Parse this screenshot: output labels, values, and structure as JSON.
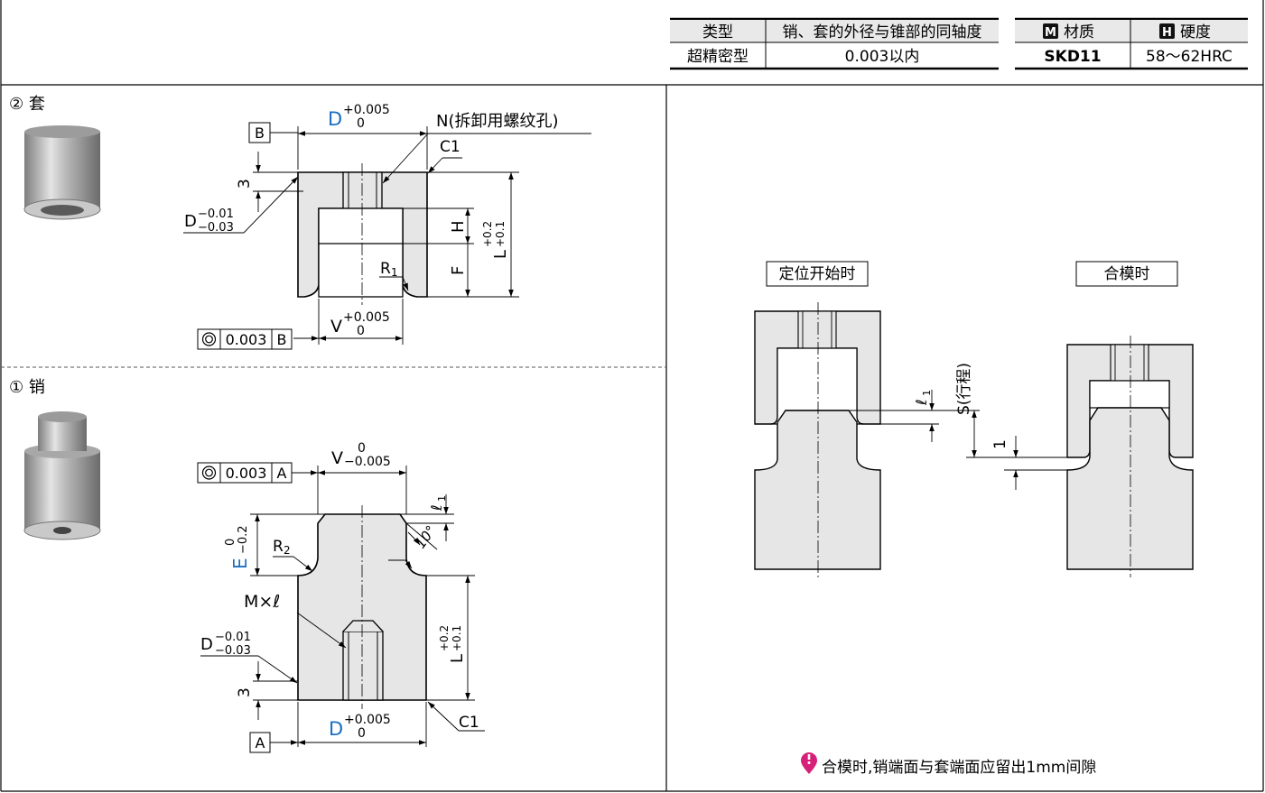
{
  "spec_table": {
    "headers": [
      "类型",
      "销、套的外径与锥部的同轴度"
    ],
    "row": [
      "超精密型",
      "0.003以内"
    ]
  },
  "material_table": {
    "headers": [
      {
        "badge": "M",
        "label": "材质"
      },
      {
        "badge": "H",
        "label": "硬度"
      }
    ],
    "row": [
      "SKD11",
      "58〜62HRC"
    ]
  },
  "sleeve": {
    "title": "② 套",
    "datum": "B",
    "dim_top": {
      "base": "D",
      "upper": "+0.005",
      "lower": "0"
    },
    "thread_label": "N(拆卸用螺纹孔)",
    "chamfer": "C1",
    "dim_3": "3",
    "dim_D_tol": {
      "base": "D",
      "upper": "−0.01",
      "lower": "−0.03"
    },
    "dim_H": "H",
    "dim_F": "F",
    "dim_L": {
      "base": "L",
      "upper": "+0.2",
      "lower": "+0.1"
    },
    "radius": {
      "base": "R",
      "sub": "1"
    },
    "dim_V": {
      "base": "V",
      "upper": "+0.005",
      "lower": "0"
    },
    "coaxial": {
      "value": "0.003",
      "datum": "B"
    }
  },
  "pin": {
    "title": "① 销",
    "datum": "A",
    "coaxial": {
      "value": "0.003",
      "datum": "A"
    },
    "dim_V": {
      "base": "V",
      "upper": "0",
      "lower": "−0.005"
    },
    "dim_l1": {
      "base": "ℓ",
      "sub": "1"
    },
    "angle": "10°",
    "dim_E": {
      "base": "E",
      "upper": "0",
      "lower": "−0.2"
    },
    "radius": {
      "base": "R",
      "sub": "2"
    },
    "thread": "M×ℓ",
    "dim_D_tol": {
      "base": "D",
      "upper": "−0.01",
      "lower": "−0.03"
    },
    "dim_3": "3",
    "dim_L": {
      "base": "L",
      "upper": "+0.2",
      "lower": "+0.1"
    },
    "dim_D": {
      "base": "D",
      "upper": "+0.005",
      "lower": "0"
    },
    "chamfer": "C1"
  },
  "operation": {
    "start_label": "定位开始时",
    "closed_label": "合模时",
    "l1": {
      "base": "ℓ",
      "sub": "1"
    },
    "stroke": "S(行程)",
    "gap": "1",
    "note": "合模时,销端面与套端面应留出1mm间隙"
  },
  "colors": {
    "part_fill": "#e6e6e6",
    "accent_blue": "#1a6fc0",
    "note_icon": "#d6217a"
  }
}
